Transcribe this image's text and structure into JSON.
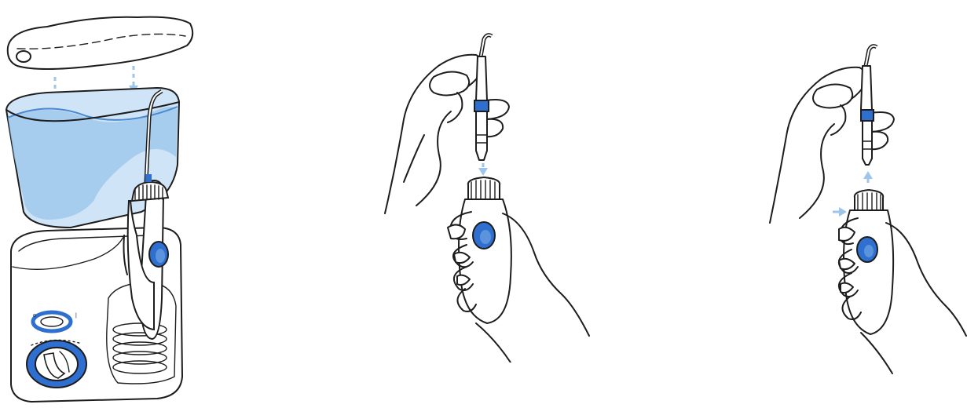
{
  "colors": {
    "accent_blue": "#2f6fd0",
    "light_blue": "#b9d7f2",
    "water_blue": "#8fbfe8",
    "arrow_blue": "#9ec6ea",
    "ink": "#1d1d1d"
  },
  "panels": [
    {
      "id": "water-flosser-assembly",
      "icons": [
        "lid-icon",
        "reservoir-icon",
        "base-unit-icon",
        "handle-icon",
        "down-arrow-icon"
      ]
    },
    {
      "id": "insert-tip",
      "icons": [
        "hand-icon",
        "tip-icon",
        "handle-icon",
        "down-arrow-icon"
      ]
    },
    {
      "id": "remove-tip",
      "icons": [
        "hand-icon",
        "tip-icon",
        "handle-icon",
        "up-arrow-icon",
        "eject-button-arrow-icon"
      ]
    }
  ]
}
